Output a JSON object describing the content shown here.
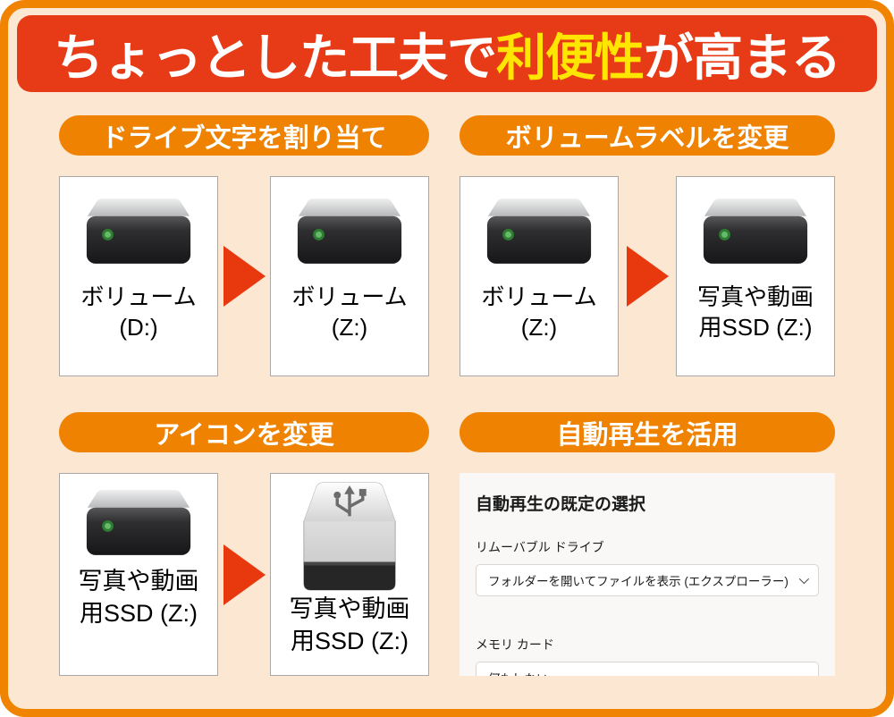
{
  "title": {
    "part1": "ちょっとした工夫で",
    "highlight": "利便性",
    "part2": "が高まる"
  },
  "colors": {
    "frame_border": "#f08300",
    "banner_red": "#e73b17",
    "badge_orange": "#ef8200",
    "title_highlight_yellow": "#ffe600",
    "background_peach": "#fce7d2",
    "arrow_red": "#e8380d"
  },
  "sections": [
    {
      "badge": "ドライブ文字を割り当て",
      "before": {
        "icon": "drive-icon",
        "line1": "ボリューム",
        "line2": "(D:)"
      },
      "after": {
        "icon": "drive-icon",
        "line1": "ボリューム",
        "line2": "(Z:)"
      }
    },
    {
      "badge": "ボリュームラベルを変更",
      "before": {
        "icon": "drive-icon",
        "line1": "ボリューム",
        "line2": "(Z:)"
      },
      "after": {
        "icon": "drive-icon",
        "line1": "写真や動画",
        "line2": "用SSD (Z:)"
      }
    },
    {
      "badge": "アイコンを変更",
      "before": {
        "icon": "drive-icon",
        "line1": "写真や動画",
        "line2": "用SSD (Z:)"
      },
      "after": {
        "icon": "usb-drive-icon",
        "line1": "写真や動画",
        "line2": "用SSD (Z:)"
      }
    },
    {
      "badge": "自動再生を活用"
    }
  ],
  "autoplay_panel": {
    "heading": "自動再生の既定の選択",
    "fields": [
      {
        "label": "リムーバブル ドライブ",
        "value": "フォルダーを開いてファイルを表示 (エクスプローラー)"
      },
      {
        "label": "メモリ カード",
        "value": "何もしない"
      }
    ]
  }
}
